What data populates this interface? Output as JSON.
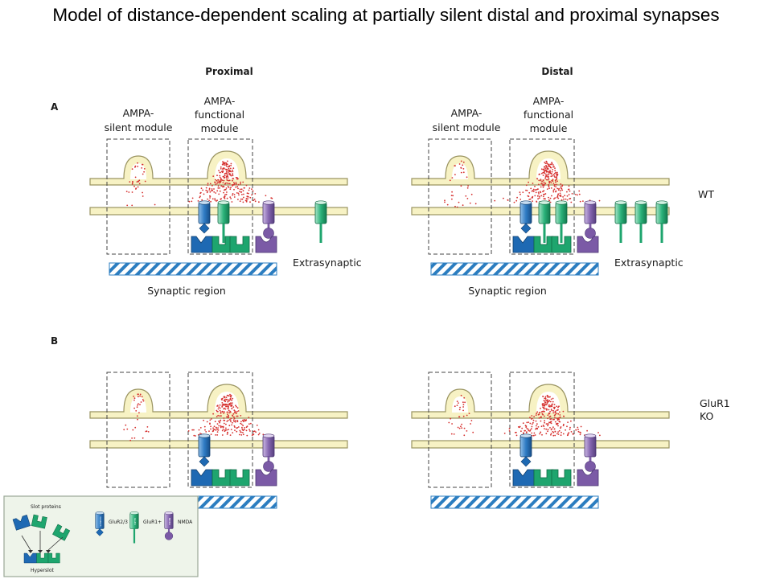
{
  "title": "Model of distance-dependent scaling at partially silent distal and proximal synapses",
  "headers": {
    "proximal": "Proximal",
    "distal": "Distal"
  },
  "panels": {
    "a": "A",
    "b": "B"
  },
  "modules": {
    "silent_line1": "AMPA-",
    "silent_line2": "silent module",
    "functional_line1": "AMPA-",
    "functional_line2": "functional",
    "functional_line3": "module"
  },
  "labels": {
    "extrasynaptic": "Extrasynaptic",
    "synaptic_region": "Synaptic region",
    "wt": "WT",
    "glur1ko_line1": "GluR1",
    "glur1ko_line2": "KO"
  },
  "legend": {
    "slot_proteins": "Slot proteins",
    "hyperslot": "Hyperslot",
    "glur23": "GluR2/3",
    "glur1": "GluR1+",
    "nmda": "NMDA",
    "text_glur23": "GluR2/3",
    "text_glur1": "GluR1",
    "text_nmda": "NMDA"
  },
  "colors": {
    "membrane": "#f7f2c4",
    "membrane_edge": "#9a9461",
    "glur23_blue": "#1e69b3",
    "glur1_green": "#1ea56e",
    "nmda_purple": "#7b5aa6",
    "hatch_blue": "#2b7dc0",
    "vesicle_red": "#d6312f",
    "legend_bg": "#eef4ea"
  }
}
